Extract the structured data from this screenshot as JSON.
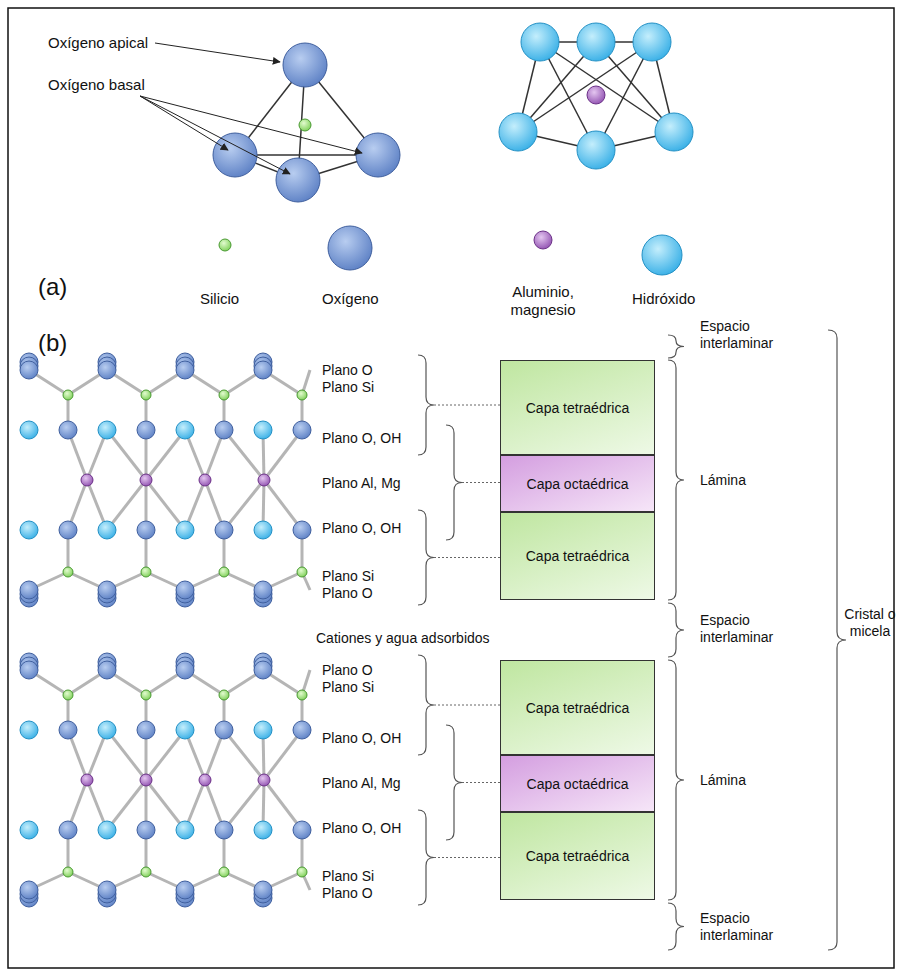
{
  "diagram": {
    "nodes": [
      {
        "text": [
          "Capa tetraédrica"
        ]
      },
      {
        "text": [
          "Capa octaédrica"
        ]
      },
      {
        "text": [
          "Capa tetraédrica"
        ]
      },
      {
        "text": [
          "Capa tetraédrica"
        ]
      },
      {
        "text": [
          "Capa octaédrica"
        ]
      },
      {
        "text": [
          "Capa tetraédrica"
        ]
      }
    ],
    "edges": [],
    "labels": [
      "Oxígeno apical",
      "Oxígeno basal",
      "(a)",
      "Silicio",
      "Oxígeno",
      "Aluminio, magnesio",
      "Hidróxido",
      "(b)",
      "Plano O",
      "Plano Si",
      "Plano O, OH",
      "Plano Al, Mg",
      "Plano O, OH",
      "Plano Si",
      "Plano O",
      "Cationes y agua adsorbidos",
      "Plano O",
      "Plano Si",
      "Plano O, OH",
      "Plano Al, Mg",
      "Plano O, OH",
      "Plano Si",
      "Plano O",
      "Espacio interlaminar",
      "Lámina",
      "Espacio interlaminar",
      "Lámina",
      "Espacio interlaminar",
      "Cristal o micela"
    ]
  }
}
